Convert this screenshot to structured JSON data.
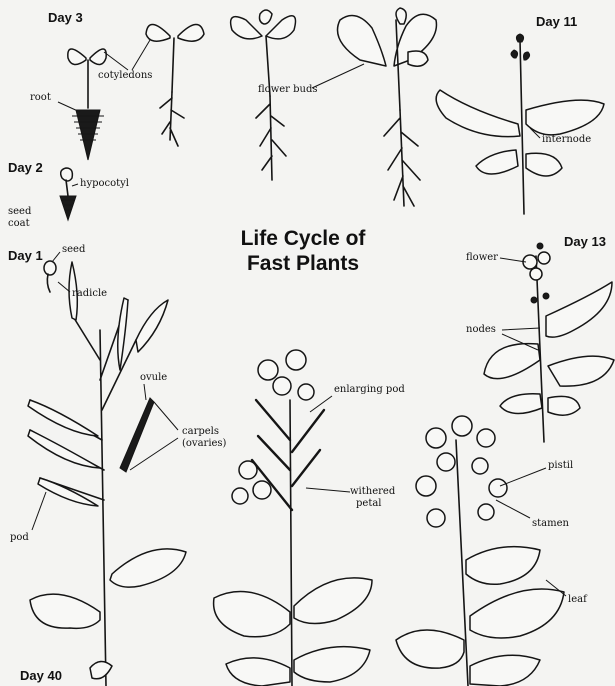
{
  "title": {
    "line1": "Life Cycle of",
    "line2": "Fast Plants"
  },
  "days": {
    "d1": "Day 1",
    "d2": "Day 2",
    "d3": "Day 3",
    "d11": "Day 11",
    "d13": "Day 13",
    "d40": "Day 40"
  },
  "labels": {
    "seed": "seed",
    "radicle": "radicle",
    "hypocotyl": "hypocotyl",
    "seed_coat_1": "seed",
    "seed_coat_2": "coat",
    "root": "root",
    "cotyledons": "cotyledons",
    "flower_buds": "flower buds",
    "internode": "internode",
    "flower": "flower",
    "nodes": "nodes",
    "ovule": "ovule",
    "carpels_1": "carpels",
    "carpels_2": "(ovaries)",
    "pod": "pod",
    "enlarging_pod": "enlarging pod",
    "withered_petal_1": "withered",
    "withered_petal_2": "petal",
    "pistil": "pistil",
    "stamen": "stamen",
    "leaf": "leaf"
  }
}
